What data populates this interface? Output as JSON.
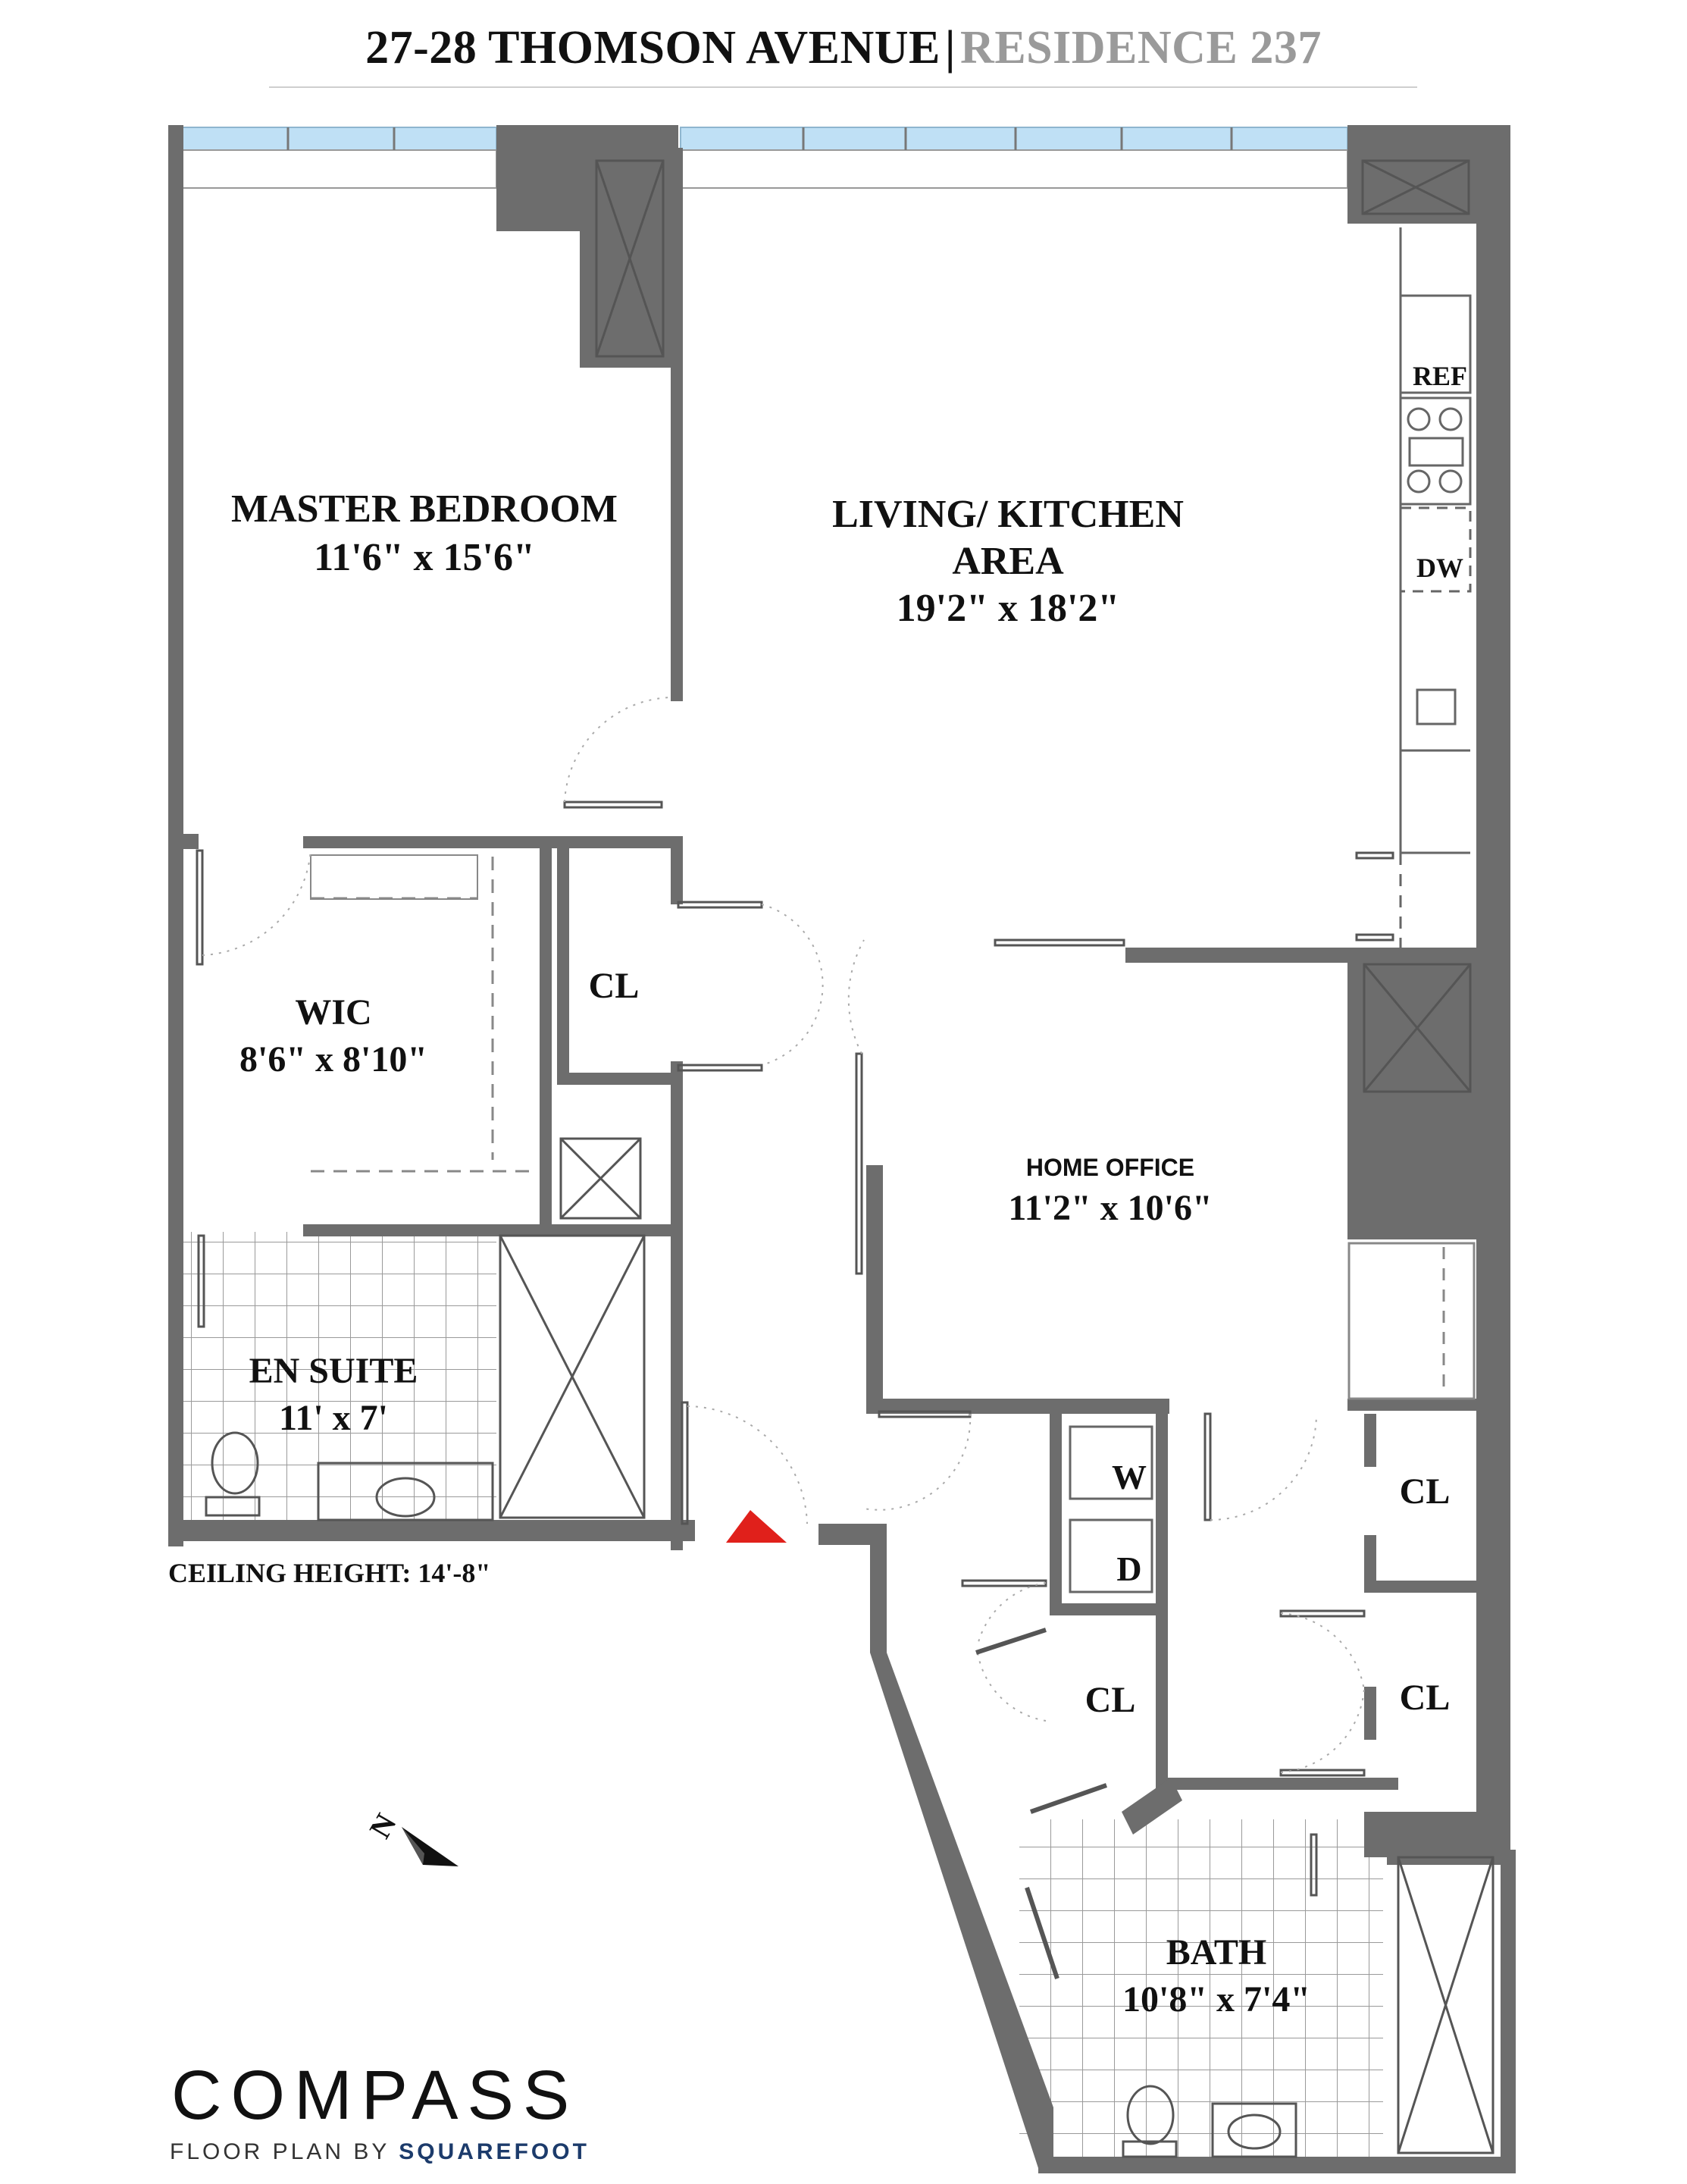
{
  "header": {
    "address": "27-28 THOMSON AVENUE",
    "separator": "|",
    "residence": "RESIDENCE 237"
  },
  "rooms": {
    "master_bedroom": {
      "name": "MASTER BEDROOM",
      "dims": "11'6\" x 15'6\""
    },
    "living_kitchen": {
      "name_line1": "LIVING/ KITCHEN",
      "name_line2": "AREA",
      "dims": "19'2\" x 18'2\""
    },
    "wic": {
      "name": "WIC",
      "dims": "8'6\" x 8'10\""
    },
    "closet_center": {
      "name": "CL"
    },
    "home_office": {
      "name": "HOME OFFICE",
      "dims": "11'2\" x 10'6\""
    },
    "en_suite": {
      "name": "EN SUITE",
      "dims": "11' x 7'"
    },
    "washer": {
      "name": "W"
    },
    "dryer": {
      "name": "D"
    },
    "closet_laundry": {
      "name": "CL"
    },
    "closet_right_upper": {
      "name": "CL"
    },
    "closet_right_lower": {
      "name": "CL"
    },
    "bath": {
      "name": "BATH",
      "dims": "10'8\" x 7'4\""
    }
  },
  "appliances": {
    "refrigerator": "REF",
    "dishwasher": "DW"
  },
  "ceiling_height": "CEILING HEIGHT: 14'-8\"",
  "compass_letter": "N",
  "branding": {
    "logo": "COMPASS",
    "byline_prefix": "FLOOR PLAN BY",
    "byline_brand": "SQUAREFOOT"
  },
  "colors": {
    "wall": "#6d6d6d",
    "window": "#bfe0f5",
    "entry_marker": "#e0201b",
    "background": "#ffffff"
  }
}
